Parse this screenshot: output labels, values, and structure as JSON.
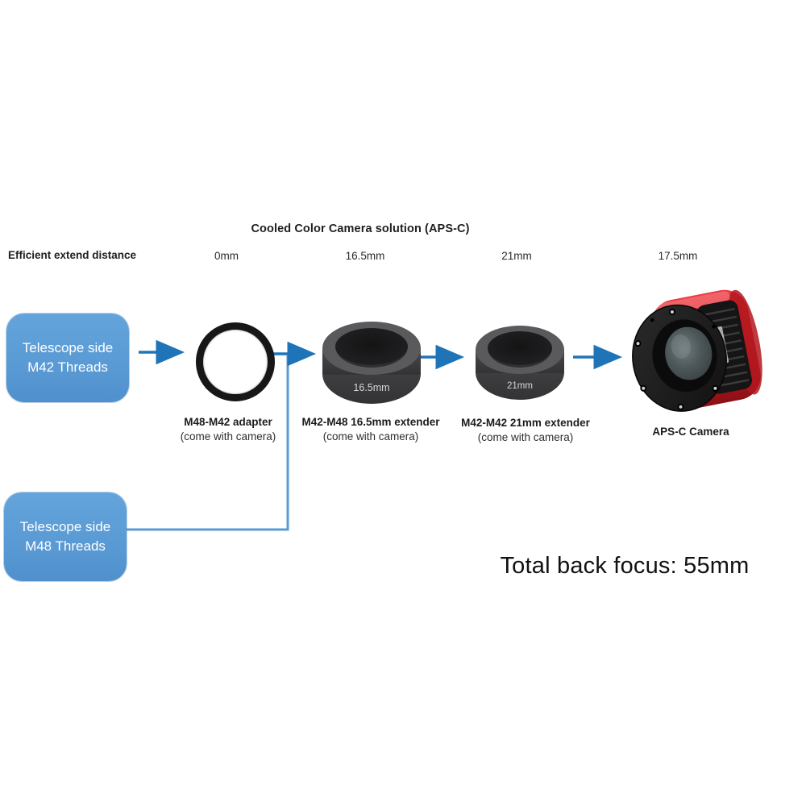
{
  "title": "Cooled Color Camera solution (APS-C)",
  "header": {
    "label": "Efficient extend distance",
    "distances": [
      "0mm",
      "16.5mm",
      "21mm",
      "17.5mm"
    ]
  },
  "boxes": [
    {
      "line1": "Telescope side",
      "line2": "M42 Threads"
    },
    {
      "line1": "Telescope side",
      "line2": "M48 Threads"
    }
  ],
  "components": [
    {
      "name": "M48-M42 adapter",
      "note": "(come with camera)"
    },
    {
      "name": "M42-M48 16.5mm extender",
      "note": "(come with camera)",
      "marking": "16.5mm"
    },
    {
      "name": "M42-M42 21mm extender",
      "note": "(come with camera)",
      "marking": "21mm"
    },
    {
      "name": "APS-C Camera"
    }
  ],
  "total_back_focus": "Total back focus: 55mm",
  "colors": {
    "box_blue": "#5b9bd5",
    "arrow_blue": "#1f74b8",
    "connector_blue": "#5b9bd5",
    "camera_red": "#c01922"
  }
}
